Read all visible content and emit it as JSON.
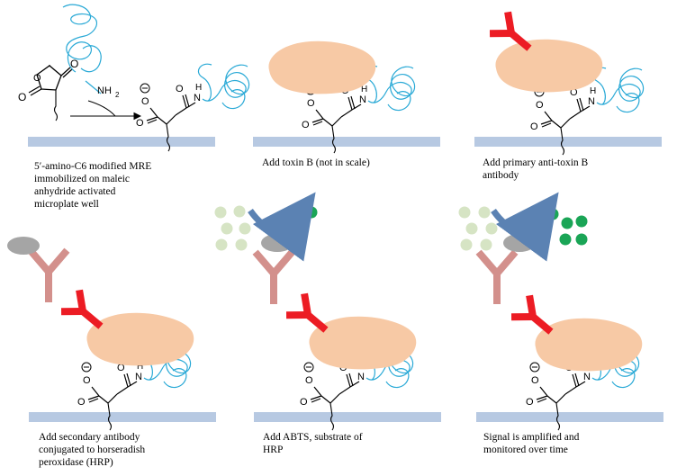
{
  "panels": [
    {
      "caption": [
        "5′-amino-C6 modified MRE",
        "immobilized on maleic",
        "anhydride activated",
        "microplate well"
      ]
    },
    {
      "caption": [
        "Add toxin B (not in scale)"
      ]
    },
    {
      "caption": [
        "Add primary anti-toxin B",
        "antibody"
      ]
    },
    {
      "caption": [
        "Add secondary antibody",
        "conjugated to horseradish",
        "peroxidase (HRP)"
      ]
    },
    {
      "caption": [
        "Add ABTS, substrate of",
        "HRP"
      ]
    },
    {
      "caption": [
        "Signal is amplified and",
        "monitored over time"
      ]
    }
  ],
  "chem_labels": {
    "amine": "NH",
    "amine_sub": "2",
    "amide_h": "H",
    "amide_n": "N"
  },
  "colors": {
    "surface": "#b7c9e2",
    "aptamer": "#29a9d6",
    "toxin": "#f7c9a5",
    "primary_antibody": "#ec1c24",
    "secondary_antibody": "#d3908c",
    "hrp": "#a5a5a5",
    "abts_substrate": "#d6e4c4",
    "abts_product": "#1aa556",
    "reaction_arrow": "#5b82b3"
  }
}
